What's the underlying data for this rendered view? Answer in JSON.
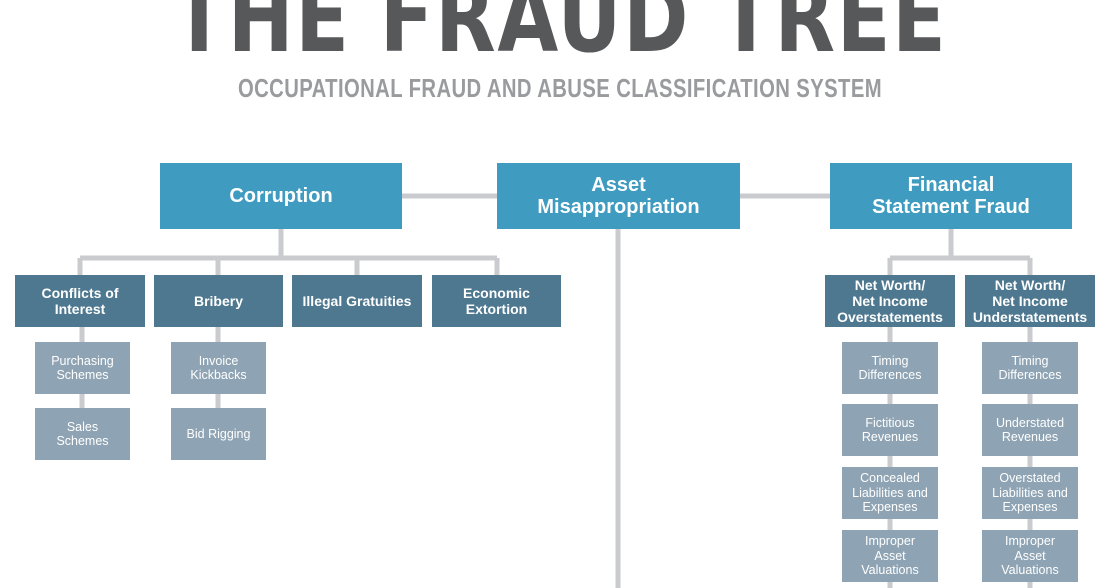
{
  "header": {
    "title": "THE FRAUD TREE",
    "subtitle": "OCCUPATIONAL FRAUD AND ABUSE CLASSIFICATION SYSTEM"
  },
  "colors": {
    "primary_node": "#3f9bbf",
    "secondary_node": "#4e7890",
    "leaf_node": "#8ea3b3",
    "connector": "#c9cbce",
    "title_text": "#57585a",
    "subtitle_text": "#9a9b9e"
  },
  "categories": {
    "corruption": {
      "label": "Corruption",
      "conflicts_of_interest": {
        "label": "Conflicts of\nInterest",
        "items": [
          "Purchasing\nSchemes",
          "Sales\nSchemes"
        ]
      },
      "bribery": {
        "label": "Bribery",
        "items": [
          "Invoice\nKickbacks",
          "Bid Rigging"
        ]
      },
      "illegal_gratuities": {
        "label": "Illegal Gratuities"
      },
      "economic_extortion": {
        "label": "Economic\nExtortion"
      }
    },
    "asset_misappropriation": {
      "label": "Asset\nMisappropriation"
    },
    "financial_statement_fraud": {
      "label": "Financial\nStatement Fraud",
      "overstatements": {
        "label": "Net Worth/\nNet Income\nOverstatements",
        "items": [
          "Timing\nDifferences",
          "Fictitious\nRevenues",
          "Concealed\nLiabilities and\nExpenses",
          "Improper\nAsset\nValuations"
        ]
      },
      "understatements": {
        "label": "Net Worth/\nNet Income\nUnderstatements",
        "items": [
          "Timing\nDifferences",
          "Understated\nRevenues",
          "Overstated\nLiabilities and\nExpenses",
          "Improper\nAsset\nValuations"
        ]
      }
    }
  }
}
